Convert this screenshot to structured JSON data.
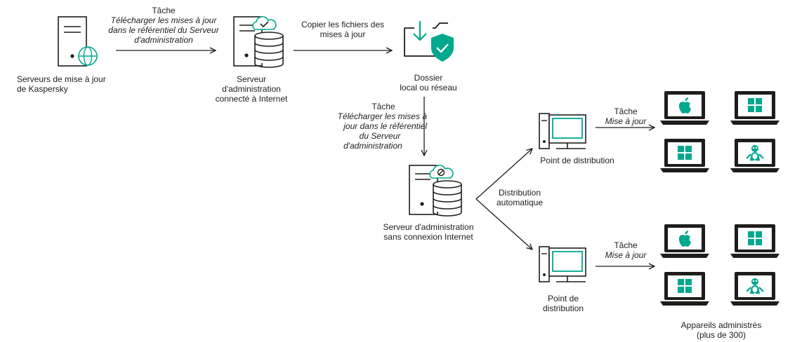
{
  "nodes": {
    "update_servers": {
      "label": [
        "Serveurs de mise à jour",
        "de Kaspersky"
      ],
      "icon": "server-globe-icon"
    },
    "connected_server": {
      "label": [
        "Serveur",
        "d'administration",
        "connecté à Internet"
      ],
      "icon": "server-cloud-check-icon"
    },
    "folder": {
      "label": [
        "Dossier",
        "local ou réseau"
      ],
      "icon": "folder-download-shield-icon"
    },
    "offline_server": {
      "label": [
        "Serveur d'administration",
        "sans connexion Internet"
      ],
      "icon": "server-cloud-offline-icon"
    },
    "dp_top": {
      "label": [
        "Point de distribution"
      ],
      "icon": "desktop-computer-icon"
    },
    "dp_bottom": {
      "label": [
        "Point de",
        "distribution"
      ],
      "icon": "desktop-computer-icon"
    },
    "managed_devices": {
      "label": [
        "Appareils administrés",
        "(plus de 300)"
      ]
    }
  },
  "edges": {
    "task1": {
      "title": "Tâche",
      "italic": [
        "Télécharger les mises à jour",
        "dans le référentiel du Serveur",
        "d'administration"
      ]
    },
    "copy": {
      "lines": [
        "Copier les fichiers des",
        "mises à jour"
      ]
    },
    "task2": {
      "title": "Tâche",
      "italic": [
        "Télécharger les mises à",
        "jour dans le référentiel",
        "du Serveur",
        "d'administration"
      ]
    },
    "distribution": {
      "lines": [
        "Distribution",
        "automatique"
      ]
    },
    "task_top": {
      "title": "Tâche",
      "italic": [
        "Mise à jour"
      ]
    },
    "task_bottom": {
      "title": "Tâche",
      "italic": [
        "Mise à jour"
      ]
    }
  },
  "laptops": [
    {
      "os": "apple-icon"
    },
    {
      "os": "windows-icon"
    },
    {
      "os": "windows-icon"
    },
    {
      "os": "linux-penguin-icon"
    },
    {
      "os": "apple-icon"
    },
    {
      "os": "windows-icon"
    },
    {
      "os": "windows-icon"
    },
    {
      "os": "linux-penguin-icon"
    }
  ],
  "colors": {
    "accent": "#00a88e",
    "line": "#1d1d1b"
  }
}
